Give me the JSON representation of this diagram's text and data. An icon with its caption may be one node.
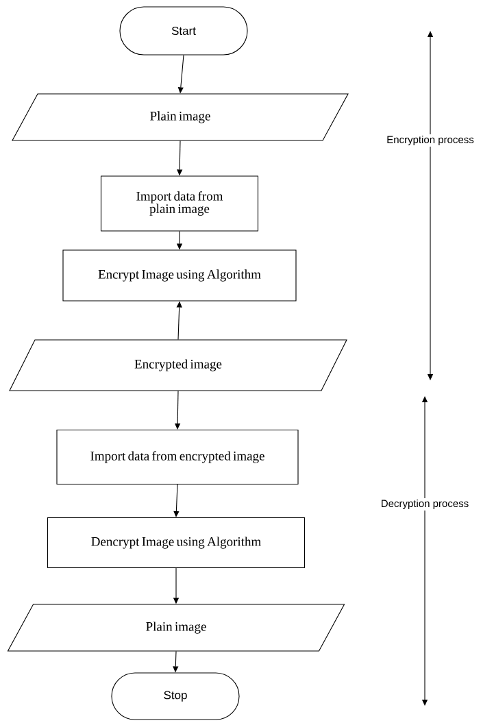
{
  "diagram": {
    "nodes": [
      {
        "text": [
          "Start"
        ]
      },
      {
        "text": [
          "Plain image"
        ]
      },
      {
        "text": [
          "Import data from plain image"
        ]
      },
      {
        "text": [
          "Encrypt Image using Algorithm"
        ]
      },
      {
        "text": [
          "Encrypted image"
        ]
      },
      {
        "text": [
          "Import data from encrypted image"
        ]
      },
      {
        "text": [
          "Dencrypt Image using Algorithm"
        ]
      },
      {
        "text": [
          "Plain image"
        ]
      },
      {
        "text": [
          "Stop"
        ]
      }
    ],
    "edges": [
      {
        "from": 0,
        "to": 1,
        "arrow": "to"
      },
      {
        "from": 1,
        "to": 2,
        "arrow": "to"
      },
      {
        "from": 2,
        "to": 3,
        "arrow": "to"
      },
      {
        "from": 4,
        "to": 3,
        "arrow": "to"
      },
      {
        "from": 4,
        "to": 5,
        "arrow": "to"
      },
      {
        "from": 5,
        "to": 6,
        "arrow": "to"
      },
      {
        "from": 6,
        "to": 7,
        "arrow": "to"
      },
      {
        "from": 7,
        "to": 8,
        "arrow": "to"
      }
    ],
    "labels": [
      "Encryption process",
      "Decryption process"
    ]
  }
}
